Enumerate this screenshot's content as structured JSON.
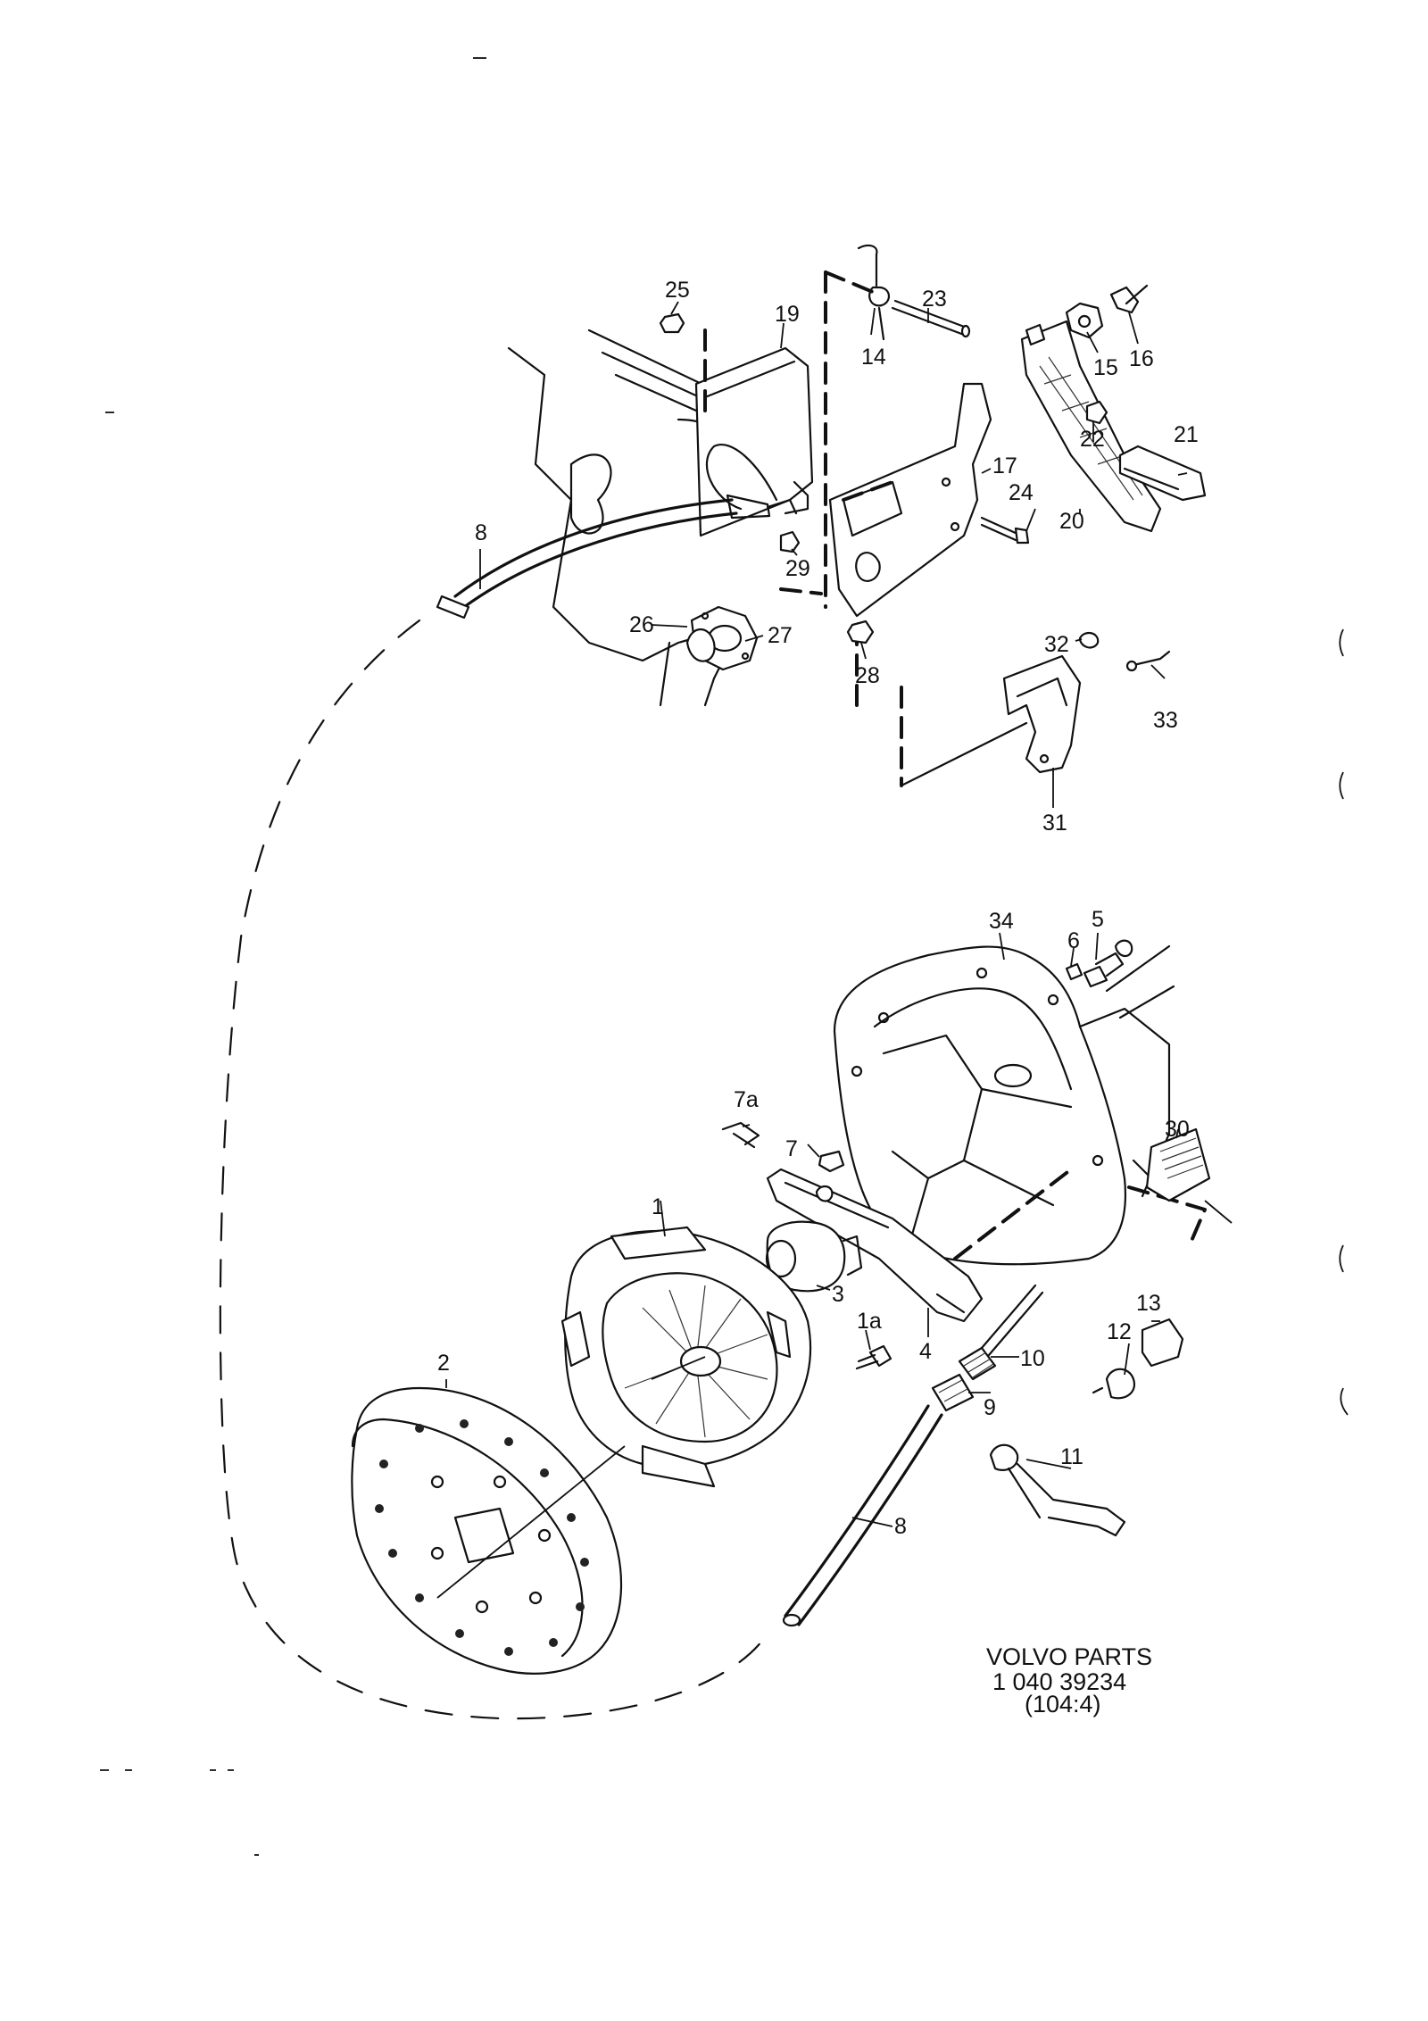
{
  "caption": {
    "brand": "VOLVO PARTS",
    "number": "1 040 39234",
    "ref": "(104:4)"
  },
  "labels": {
    "p1": "1",
    "p1a": "1a",
    "p2": "2",
    "p3": "3",
    "p4": "4",
    "p5": "5",
    "p6": "6",
    "p7": "7",
    "p7a": "7a",
    "p8a": "8",
    "p8b": "8",
    "p9": "9",
    "p10": "10",
    "p11": "11",
    "p12": "12",
    "p13": "13",
    "p14": "14",
    "p15": "15",
    "p16": "16",
    "p17": "17",
    "p19": "19",
    "p20": "20",
    "p21": "21",
    "p22": "22",
    "p23": "23",
    "p24": "24",
    "p25": "25",
    "p26": "26",
    "p27": "27",
    "p28": "28",
    "p29": "29",
    "p30": "30",
    "p31": "31",
    "p32": "32",
    "p33": "33",
    "p34": "34"
  }
}
